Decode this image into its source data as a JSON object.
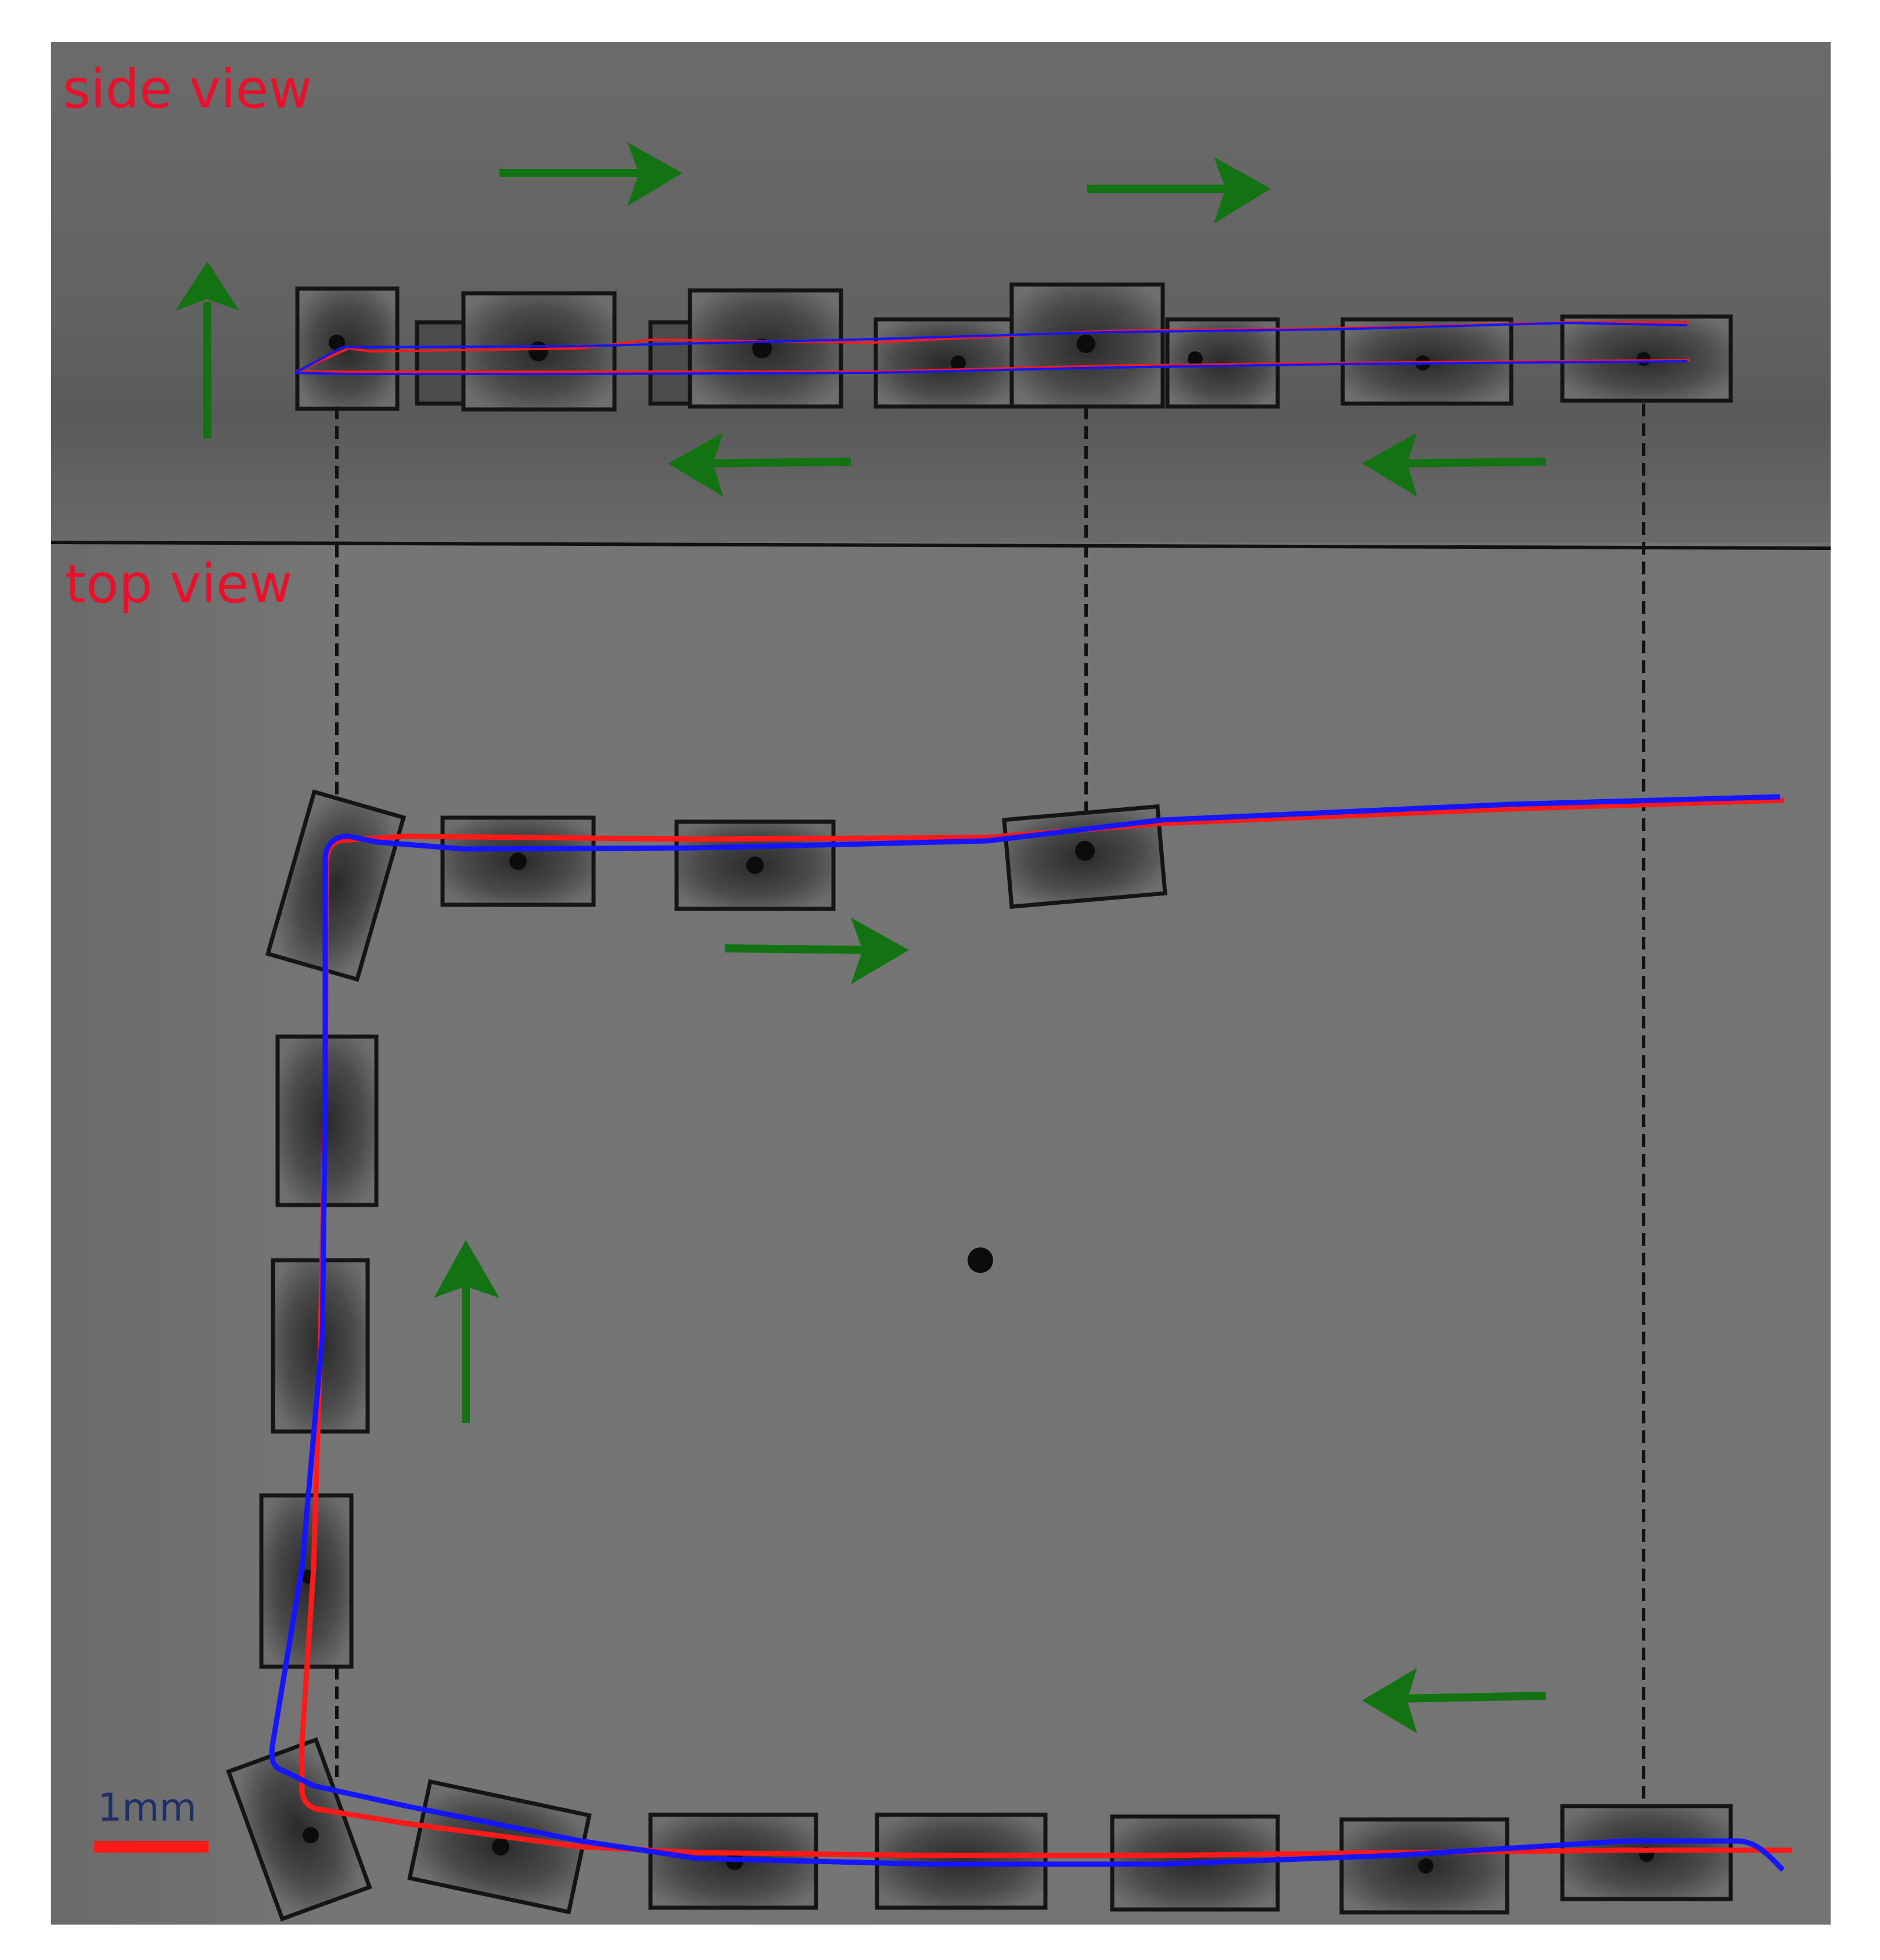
{
  "labels": {
    "side_view": "side view",
    "top_view": "top view",
    "scale_bar": "1mm"
  },
  "colors": {
    "label": "#e8102a",
    "arrow": "#137313",
    "trajectory_red": "#ff1a1a",
    "trajectory_blue": "#1515ff",
    "scale_bar": "#ff1a1a",
    "scale_label": "#1e2f66",
    "box_outline": "#151515",
    "side_background": "#666666",
    "top_background": "#747474"
  },
  "scale_bar": {
    "length_mm": 1
  },
  "legend_lines": [
    {
      "name": "",
      "color": "#ff1a1a"
    },
    {
      "name": "",
      "color": "#1515ff"
    }
  ],
  "icons": {
    "direction_arrow": "arrow-icon",
    "center_marker": "dot-icon"
  }
}
